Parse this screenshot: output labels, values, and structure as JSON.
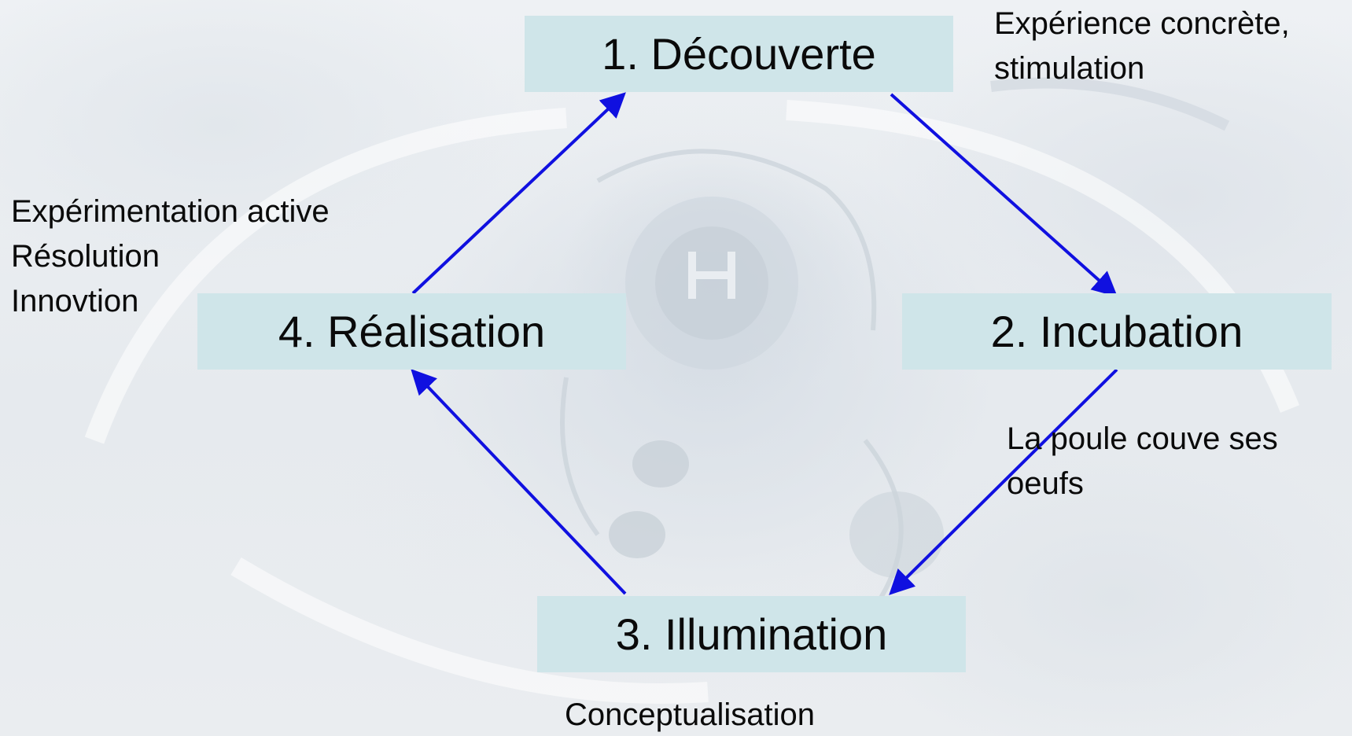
{
  "stages": [
    {
      "id": "decouverte",
      "label": "1. Découverte"
    },
    {
      "id": "incubation",
      "label": "2. Incubation"
    },
    {
      "id": "illumination",
      "label": "3. Illumination"
    },
    {
      "id": "realisation",
      "label": "4. Réalisation"
    }
  ],
  "notes": {
    "decouverte": [
      "Expérience concrète,",
      "stimulation"
    ],
    "realisation": [
      "Expérimentation active",
      "Résolution",
      "Innovtion"
    ],
    "incubation": [
      "La poule couve ses",
      "oeufs"
    ],
    "illumination": [
      "Conceptualisation"
    ]
  },
  "colors": {
    "box_fill": "#cfe5e9",
    "arrow": "#1010e0",
    "text": "#0a0a0a"
  }
}
